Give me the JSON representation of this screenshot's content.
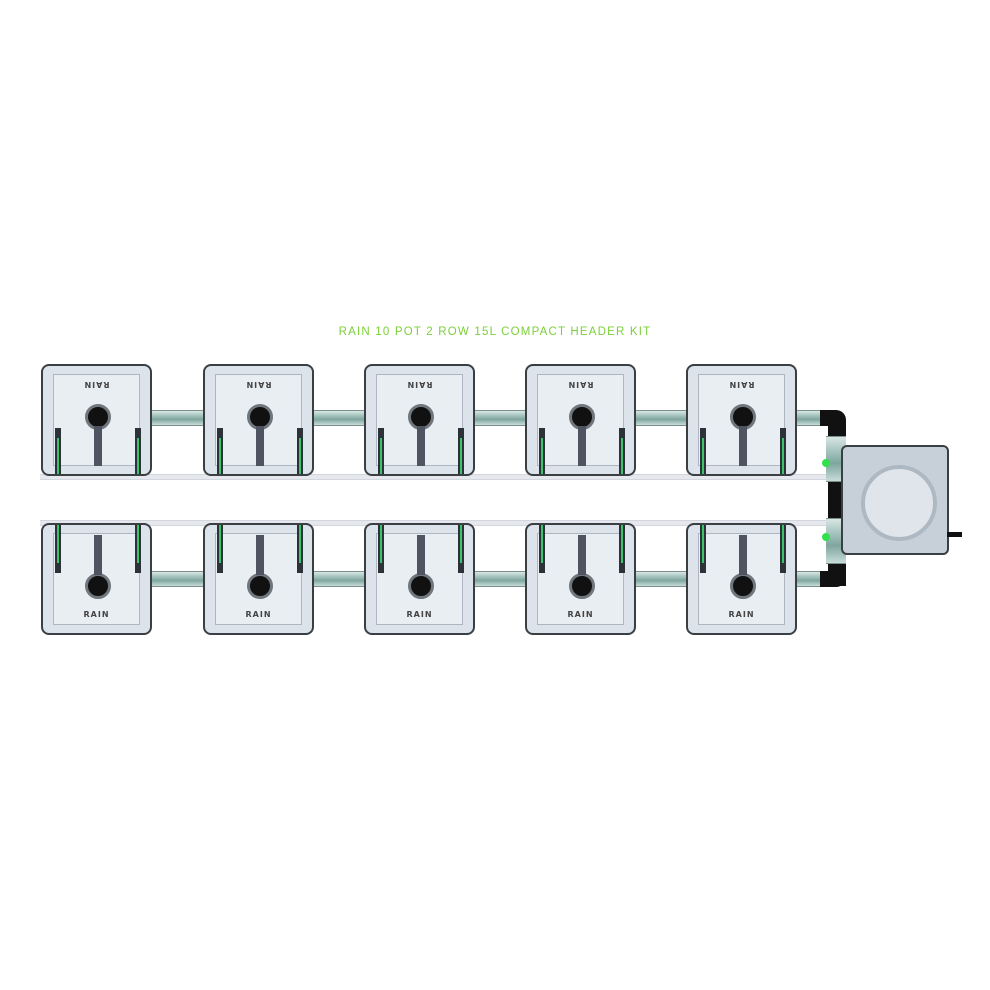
{
  "title": "RAIN 10 POT 2 ROW 15L COMPACT HEADER KIT",
  "colors": {
    "title": "#7ccf3a",
    "pot_fill": "#dce3ea",
    "pot_border": "#3a3f44",
    "pipe": "#a9c6c1",
    "connector": "#31e04a"
  },
  "top_row": {
    "pots": [
      {
        "label": "RAIN"
      },
      {
        "label": "RAIN"
      },
      {
        "label": "RAIN"
      },
      {
        "label": "RAIN"
      },
      {
        "label": "RAIN"
      }
    ]
  },
  "bottom_row": {
    "pots": [
      {
        "label": "RAIN"
      },
      {
        "label": "RAIN"
      },
      {
        "label": "RAIN"
      },
      {
        "label": "RAIN"
      },
      {
        "label": "RAIN"
      }
    ]
  },
  "header_tank": {
    "icon": "reservoir-icon"
  }
}
